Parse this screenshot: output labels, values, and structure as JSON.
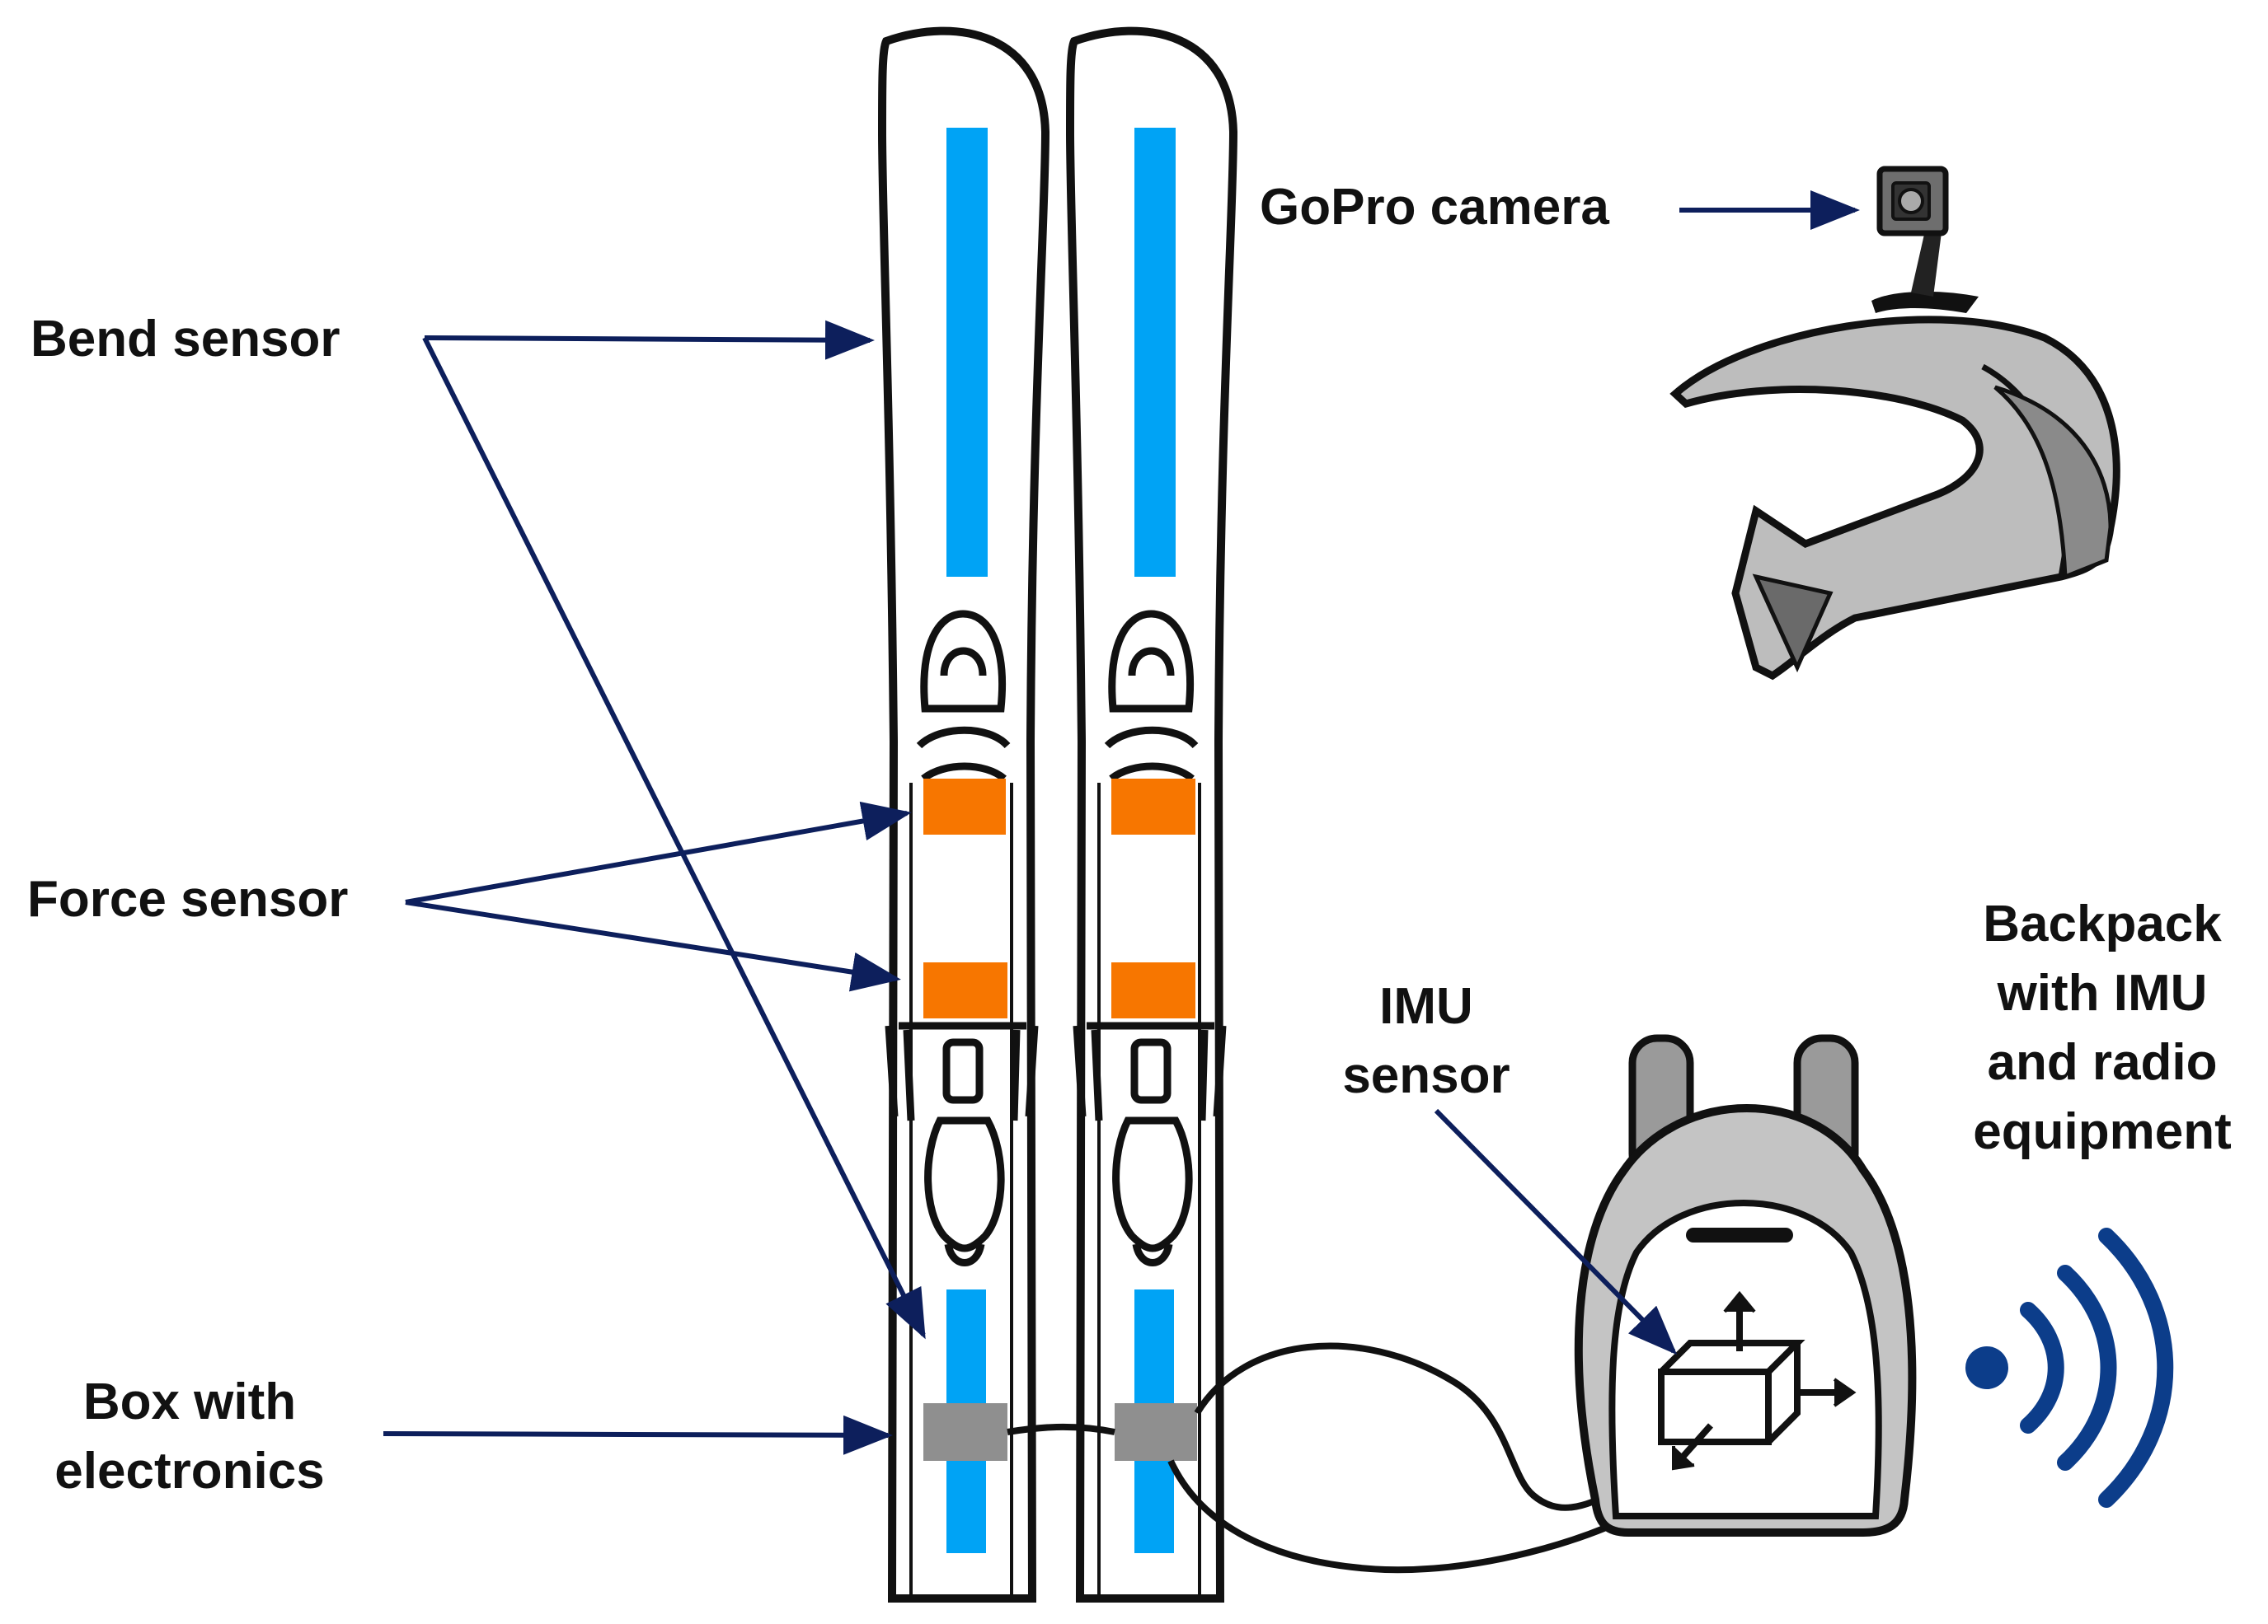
{
  "labels": {
    "bend_sensor": "Bend sensor",
    "force_sensor": "Force sensor",
    "box_electronics": [
      "Box with",
      "electronics"
    ],
    "gopro_camera": "GoPro camera",
    "imu_sensor": [
      "IMU",
      "sensor"
    ],
    "backpack": [
      "Backpack",
      "with IMU",
      "and radio",
      "equipment"
    ]
  },
  "colors": {
    "arrow": "#0d1f5c",
    "bend_sensor_strip": "#00a3f5",
    "force_sensor_pad": "#f77600",
    "electronics_box": "#8f8f8f",
    "helmet": "#bdbdbd",
    "backpack": "#c4c4c4",
    "wireless_signal": "#0c3d8a"
  },
  "icons": [
    "ski-icon",
    "helmet-icon",
    "gopro-camera-icon",
    "backpack-icon",
    "imu-axes-icon",
    "wireless-signal-icon"
  ]
}
